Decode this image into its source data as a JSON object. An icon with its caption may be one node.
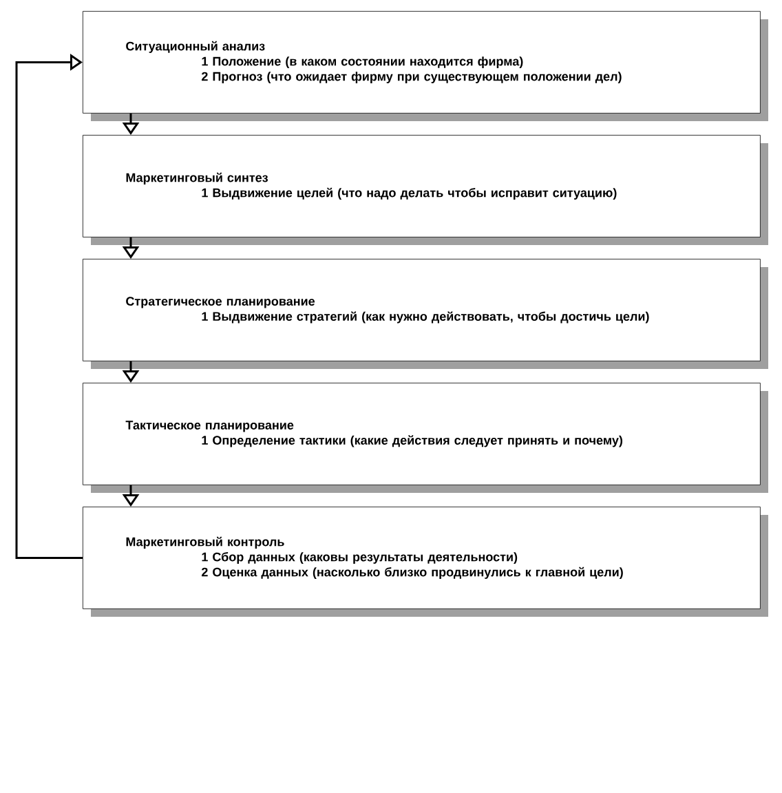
{
  "diagram": {
    "nodes": [
      {
        "text": [
          "Ситуационный анализ",
          "1 Положение (в каком состоянии находится фирма)",
          "2 Прогноз (что ожидает фирму при существующем положении дел)"
        ]
      },
      {
        "text": [
          "Маркетинговый синтез",
          "1 Выдвижение целей (что надо делать чтобы исправит ситуацию)"
        ]
      },
      {
        "text": [
          "Стратегическое планирование",
          "1 Выдвижение стратегий (как нужно действовать, чтобы достичь цели)"
        ]
      },
      {
        "text": [
          "Тактическое планирование",
          "1 Определение тактики (какие действия следует принять и почему)"
        ]
      },
      {
        "text": [
          "Маркетинговый контроль",
          "1 Сбор данных (каковы результаты деятельности)",
          "2 Оценка данных (насколько близко продвинулись к главной цели)"
        ]
      }
    ],
    "edges": [
      {
        "from": 0,
        "to": 1,
        "arrow": "to"
      },
      {
        "from": 1,
        "to": 2,
        "arrow": "to"
      },
      {
        "from": 2,
        "to": 3,
        "arrow": "to"
      },
      {
        "from": 3,
        "to": 4,
        "arrow": "to"
      },
      {
        "from": 4,
        "to": 0,
        "arrow": "to"
      }
    ]
  }
}
